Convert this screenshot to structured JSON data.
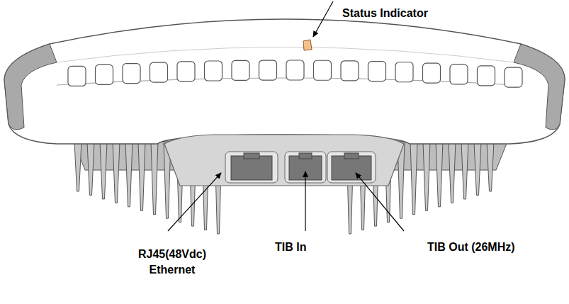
{
  "diagram": {
    "labels": [
      "Status Indicator",
      "RJ45(48Vdc) Ethernet",
      "TIB In",
      "TIB Out (26MHz)"
    ]
  }
}
